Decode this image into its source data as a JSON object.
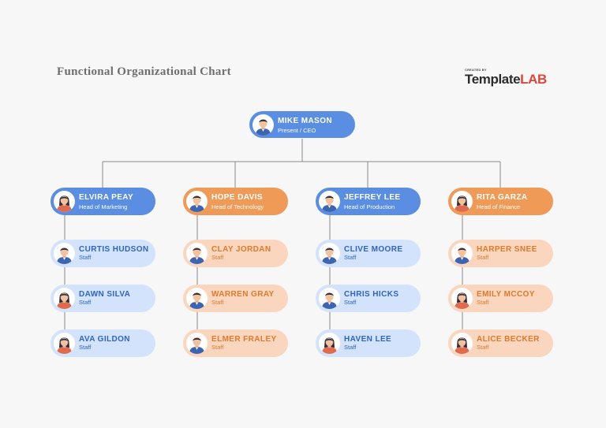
{
  "title": "Functional Organizational Chart",
  "brand": {
    "small": "CREATED BY",
    "part1": "Template",
    "part2": "LAB"
  },
  "colors": {
    "blue": "#5a8ee3",
    "orange": "#ef9a56",
    "light_blue": "#d3e3fb",
    "light_orange": "#f9d6bd",
    "line": "#8a8a8a"
  },
  "ceo": {
    "name": "MIKE MASON",
    "role": "Present / CEO",
    "avatar": "man-avatar"
  },
  "departments": [
    {
      "color": "blue",
      "head": {
        "name": "ELVIRA PEAY",
        "role": "Head of Marketing",
        "avatar": "woman-avatar"
      },
      "staff": [
        {
          "name": "CURTIS HUDSON",
          "role": "Staff",
          "avatar": "man-avatar"
        },
        {
          "name": "DAWN SILVA",
          "role": "Staff",
          "avatar": "woman-avatar"
        },
        {
          "name": "AVA GILDON",
          "role": "Staff",
          "avatar": "woman-avatar"
        }
      ]
    },
    {
      "color": "orange",
      "head": {
        "name": "HOPE DAVIS",
        "role": "Head of Technology",
        "avatar": "man-avatar"
      },
      "staff": [
        {
          "name": "CLAY JORDAN",
          "role": "Staff",
          "avatar": "man-avatar"
        },
        {
          "name": "WARREN GRAY",
          "role": "Staff",
          "avatar": "man-avatar"
        },
        {
          "name": "ELMER FRALEY",
          "role": "Staff",
          "avatar": "man-avatar"
        }
      ]
    },
    {
      "color": "blue",
      "head": {
        "name": "JEFFREY LEE",
        "role": "Head of Production",
        "avatar": "man-avatar"
      },
      "staff": [
        {
          "name": "CLIVE MOORE",
          "role": "Staff",
          "avatar": "man-avatar"
        },
        {
          "name": "CHRIS HICKS",
          "role": "Staff",
          "avatar": "man-avatar"
        },
        {
          "name": "HAVEN LEE",
          "role": "Staff",
          "avatar": "woman-avatar"
        }
      ]
    },
    {
      "color": "orange",
      "head": {
        "name": "RITA GARZA",
        "role": "Head of Finance",
        "avatar": "woman-avatar"
      },
      "staff": [
        {
          "name": "HARPER SNEE",
          "role": "Staff",
          "avatar": "man-avatar"
        },
        {
          "name": "EMILY MCCOY",
          "role": "Staff",
          "avatar": "woman-avatar"
        },
        {
          "name": "ALICE BECKER",
          "role": "Staff",
          "avatar": "woman-avatar"
        }
      ]
    }
  ]
}
